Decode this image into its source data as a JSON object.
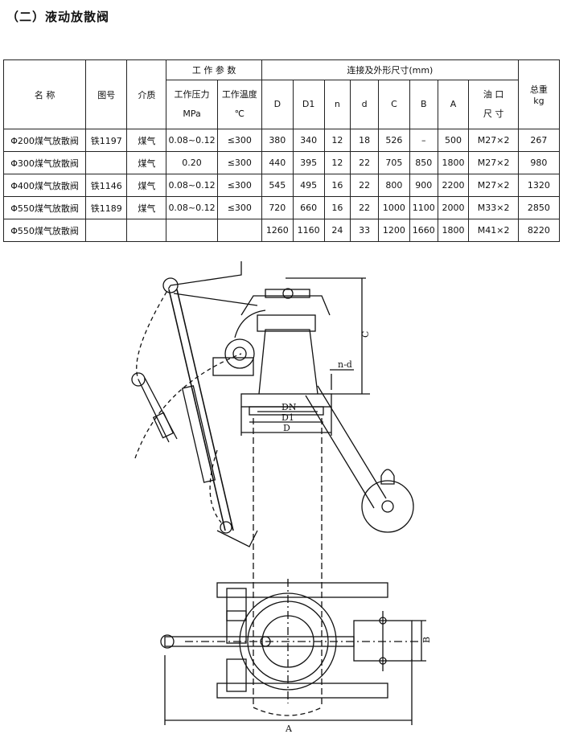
{
  "title": "（二）液动放散阀",
  "table": {
    "header": {
      "name": "名  称",
      "drawing_no": "图号",
      "medium": "介质",
      "work_params": "工 作 参 数",
      "pressure": [
        "工作压力",
        "MPa"
      ],
      "temperature": [
        "工作温度",
        "℃"
      ],
      "dims_group": "连接及外形尺寸(mm)",
      "D": "D",
      "D1": "D1",
      "n": "n",
      "d": "d",
      "C": "C",
      "B": "B",
      "A": "A",
      "oil_port": [
        "油  口",
        "尺  寸"
      ],
      "weight": [
        "总重",
        "kg"
      ]
    },
    "rows": [
      {
        "name": "Φ200煤气放散阀",
        "drawing_no": "铁1197",
        "medium": "煤气",
        "pressure": "0.08~0.12",
        "temperature": "≤300",
        "D": "380",
        "D1": "340",
        "n": "12",
        "d": "18",
        "C": "526",
        "B": "–",
        "A": "500",
        "oil": "M27×2",
        "weight": "267"
      },
      {
        "name": "Φ300煤气放散阀",
        "drawing_no": "",
        "medium": "煤气",
        "pressure": "0.20",
        "temperature": "≤300",
        "D": "440",
        "D1": "395",
        "n": "12",
        "d": "22",
        "C": "705",
        "B": "850",
        "A": "1800",
        "oil": "M27×2",
        "weight": "980"
      },
      {
        "name": "Φ400煤气放散阀",
        "drawing_no": "铁1146",
        "medium": "煤气",
        "pressure": "0.08~0.12",
        "temperature": "≤300",
        "D": "545",
        "D1": "495",
        "n": "16",
        "d": "22",
        "C": "800",
        "B": "900",
        "A": "2200",
        "oil": "M27×2",
        "weight": "1320"
      },
      {
        "name": "Φ550煤气放散阀",
        "drawing_no": "铁1189",
        "medium": "煤气",
        "pressure": "0.08~0.12",
        "temperature": "≤300",
        "D": "720",
        "D1": "660",
        "n": "16",
        "d": "22",
        "C": "1000",
        "B": "1100",
        "A": "2000",
        "oil": "M33×2",
        "weight": "2850"
      },
      {
        "name": "Φ550煤气放散阀",
        "drawing_no": "",
        "medium": "",
        "pressure": "",
        "temperature": "",
        "D": "1260",
        "D1": "1160",
        "n": "24",
        "d": "33",
        "C": "1200",
        "B": "1660",
        "A": "1800",
        "oil": "M41×2",
        "weight": "8220"
      }
    ]
  },
  "drawing_labels": {
    "C": "C",
    "nd": "n-d",
    "DN": "DN",
    "D1": "D1",
    "D": "D",
    "B": "B",
    "A": "A"
  }
}
